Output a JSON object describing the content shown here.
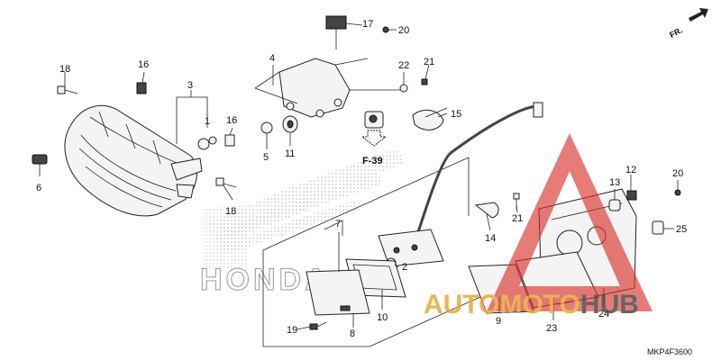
{
  "callouts": [
    {
      "id": "c1",
      "text": "1"
    },
    {
      "id": "c2",
      "text": "2"
    },
    {
      "id": "c3",
      "text": "3"
    },
    {
      "id": "c4",
      "text": "4"
    },
    {
      "id": "c5",
      "text": "5"
    },
    {
      "id": "c6",
      "text": "6"
    },
    {
      "id": "c7",
      "text": "7"
    },
    {
      "id": "c8",
      "text": "8"
    },
    {
      "id": "c9",
      "text": "9"
    },
    {
      "id": "c10",
      "text": "10"
    },
    {
      "id": "c11",
      "text": "11"
    },
    {
      "id": "c12",
      "text": "12"
    },
    {
      "id": "c13",
      "text": "13"
    },
    {
      "id": "c14",
      "text": "14"
    },
    {
      "id": "c15",
      "text": "15"
    },
    {
      "id": "c16a",
      "text": "16"
    },
    {
      "id": "c16b",
      "text": "16"
    },
    {
      "id": "c17",
      "text": "17"
    },
    {
      "id": "c18a",
      "text": "18"
    },
    {
      "id": "c18b",
      "text": "18"
    },
    {
      "id": "c19",
      "text": "19"
    },
    {
      "id": "c20a",
      "text": "20"
    },
    {
      "id": "c20b",
      "text": "20"
    },
    {
      "id": "c21a",
      "text": "21"
    },
    {
      "id": "c21b",
      "text": "21"
    },
    {
      "id": "c22",
      "text": "22"
    },
    {
      "id": "c23",
      "text": "23"
    },
    {
      "id": "c24",
      "text": "24"
    },
    {
      "id": "c25",
      "text": "25"
    }
  ],
  "reference": "F-39",
  "direction": "FR.",
  "diagram_code": "MKP4F3600",
  "watermark": {
    "text": "AUTOMOTOHUB",
    "primary_color": "#e8a73a",
    "secondary_color": "#4a4a4a",
    "mark_color": "#d9302a"
  },
  "background_logo": "HONDA"
}
